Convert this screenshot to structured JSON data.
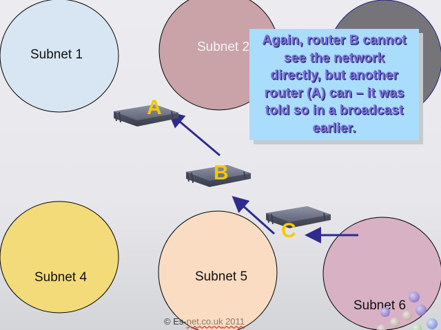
{
  "subnets": [
    {
      "id": "subnet-1",
      "label": "Subnet 1",
      "fill": "#d8e6f3",
      "text_color": "#111111"
    },
    {
      "id": "subnet-2",
      "label": "Subnet 2",
      "fill": "#c9a3a8",
      "text_color": "#f4f4f4"
    },
    {
      "id": "subnet-3",
      "label": "",
      "fill": "#757579",
      "text_color": "#111111"
    },
    {
      "id": "subnet-4",
      "label": "Subnet 4",
      "fill": "#f3db7a",
      "text_color": "#111111"
    },
    {
      "id": "subnet-5",
      "label": "Subnet 5",
      "fill": "#f9dcc2",
      "text_color": "#111111"
    },
    {
      "id": "subnet-6",
      "label": "Subnet 6",
      "fill": "#d8b1c4",
      "text_color": "#111111"
    }
  ],
  "routers": [
    {
      "id": "router-a",
      "label": "A"
    },
    {
      "id": "router-b",
      "label": "B"
    },
    {
      "id": "router-c",
      "label": "C"
    }
  ],
  "arrows": [
    {
      "from": "B",
      "to": "A",
      "color": "#2e2a8e"
    },
    {
      "from": "C",
      "to": "B",
      "color": "#2e2a8e"
    },
    {
      "from": "Subnet 6",
      "to": "C",
      "color": "#2e2a8e"
    }
  ],
  "callout": {
    "text": "Again, router B cannot see the network directly, but another router (A) can – it was told so in a broadcast earlier.",
    "lines": [
      "Again, router B cannot",
      "see the network",
      "directly, but another",
      "router (A) can – it was",
      "told so in a broadcast",
      "earlier."
    ],
    "background": "#aadcfc",
    "text_color": "#7b6ee0"
  },
  "footer": {
    "prefix": "© Es-",
    "underlined": "net.co.uk",
    "suffix": " 2011"
  }
}
